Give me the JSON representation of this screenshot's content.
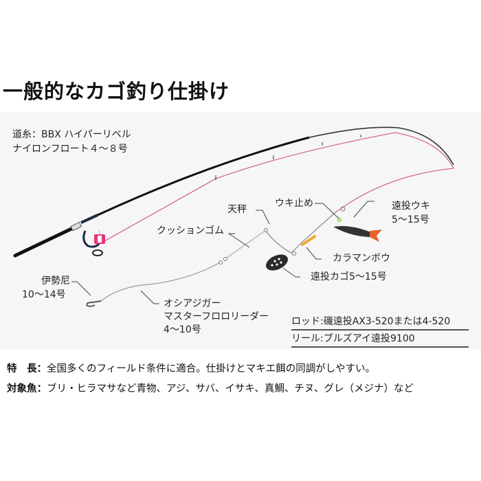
{
  "title": "一般的なカゴ釣り仕掛け",
  "diagram": {
    "line_label_1": "道糸：BBX ハイパーリベル",
    "line_label_2": "ナイロンフロート４～８号",
    "labels": {
      "tenbin": "天秤",
      "cushion": "クッションゴム",
      "uki_dome": "ウキ止め",
      "float_1": "遠投ウキ",
      "float_2": "5～15号",
      "karaman": "カラマンボウ",
      "kago": "遠投カゴ5～15号",
      "hook_1": "伊勢尼",
      "hook_2": "10～14号",
      "leader_1": "オシアジガー",
      "leader_2": "マスターフロロリーダー",
      "leader_3": "4～10号"
    },
    "colors": {
      "rod": "#111111",
      "line": "#d4679a",
      "float_body": "#333333",
      "float_fin": "#e8622a",
      "karaman": "#f0a830",
      "uki_dome": "#b8e07a",
      "reel_spool": "#e8337a",
      "panel_bg": "#f6f6f6"
    }
  },
  "specs": {
    "rod": "ロッド:磯遠投AX3-520または4-520",
    "reel": "リール:ブルズアイ遠投9100"
  },
  "info": {
    "feature_key": "特　長：",
    "feature_val": "全国多くのフィールド条件に適合。仕掛けとマキエ餌の同調がしやすい。",
    "target_key": "対象魚：",
    "target_val": "ブリ・ヒラマサなど青物、アジ、サバ、イサキ、真鯛、チヌ、グレ（メジナ）など"
  }
}
